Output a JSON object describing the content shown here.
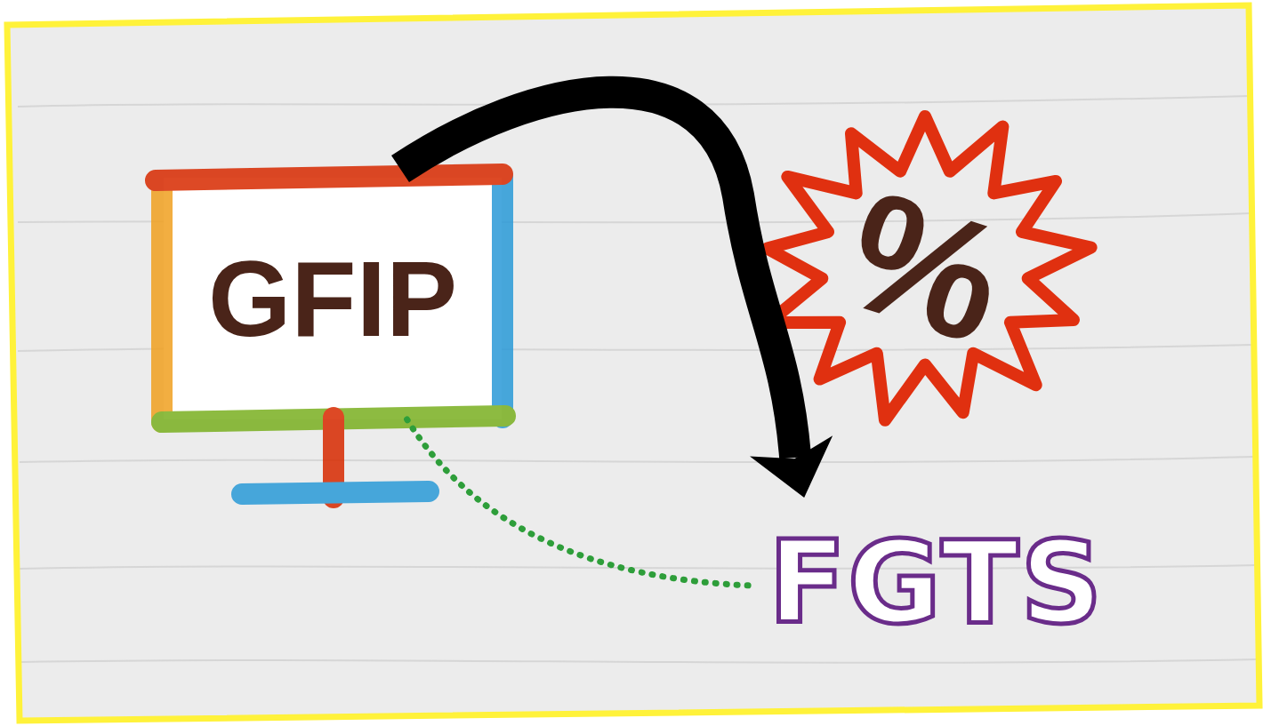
{
  "diagram": {
    "nodes": [
      {
        "text": [
          "GFIP"
        ]
      },
      {
        "text": [
          "%"
        ]
      },
      {
        "text": [
          "FGTS"
        ]
      }
    ],
    "edges": [
      {
        "from": 0,
        "to": 2,
        "arrow": "to"
      },
      {
        "from": 0,
        "to": 2,
        "arrow": "none"
      }
    ]
  }
}
